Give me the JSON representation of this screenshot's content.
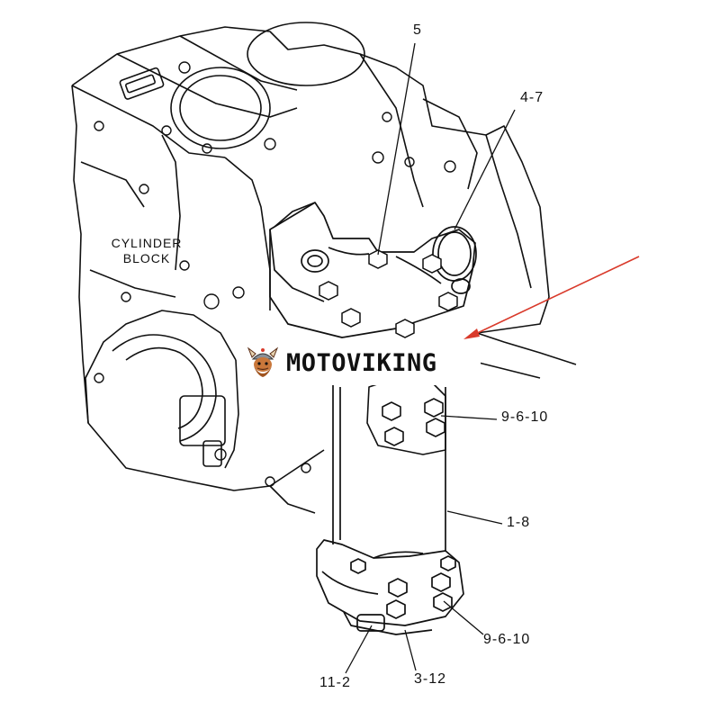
{
  "diagram": {
    "block_label_line1": "CYLINDER",
    "block_label_line2": "BLOCK",
    "callouts": {
      "top": "5",
      "top_right": "4-7",
      "middle_right": "9-6-10",
      "tube": "1-8",
      "bottom_right": "9-6-10",
      "bottom_left": "11-2",
      "bottom_center": "3-12"
    },
    "pointer_arrow_color": "#d93a2b",
    "line_color": "#111111"
  },
  "watermark": {
    "text": "MOTOVIKING",
    "logo": "viking-mascot-icon"
  }
}
